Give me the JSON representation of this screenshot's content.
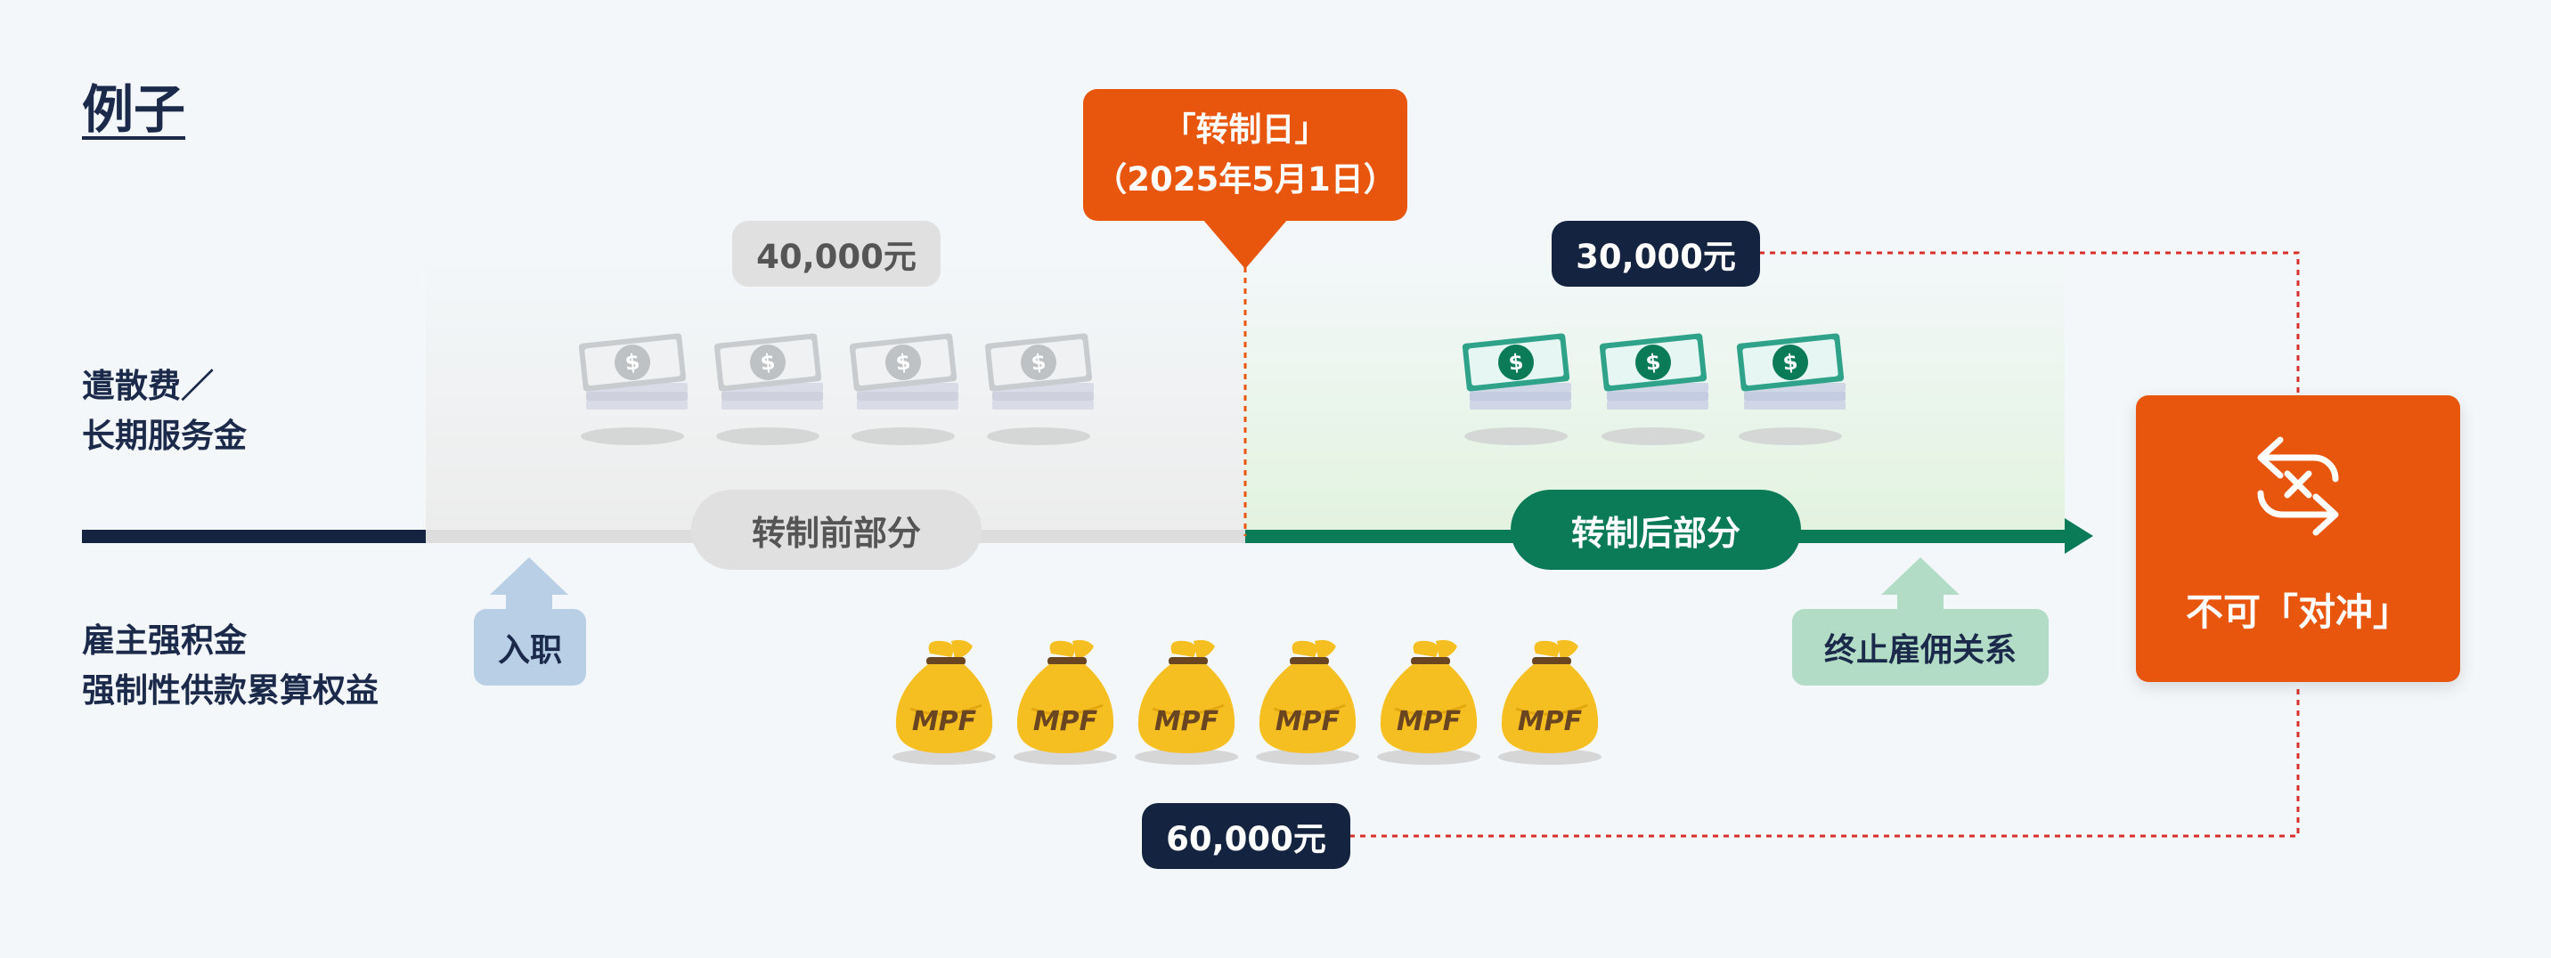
{
  "title": "例子",
  "rows": {
    "severance_line1": "遣散费／",
    "severance_line2": "长期服务金",
    "mpf_line1": "雇主强积金",
    "mpf_line2": "强制性供款累算权益"
  },
  "conversion_date": {
    "line1": "「转制日」",
    "line2": "（2025年5月1日）"
  },
  "amounts": {
    "pre": "40,000元",
    "post": "30,000元",
    "mpf": "60,000元"
  },
  "phases": {
    "pre": "转制前部分",
    "post": "转制后部分"
  },
  "events": {
    "join": "入职",
    "terminate": "终止雇佣关系"
  },
  "result": {
    "label": "不可「对冲」",
    "icon": "no-offset-icon"
  },
  "icons": {
    "pre_bills": "banknote-stack-icon",
    "post_bills": "banknote-stack-icon",
    "mpf_bags": "money-bag-icon",
    "mpf_bag_text": "MPF"
  },
  "counts": {
    "pre_bills": 4,
    "post_bills": 3,
    "mpf_bags": 6
  },
  "colors": {
    "navy": "#14233f",
    "orange": "#e8550d",
    "green": "#0a7a57",
    "grey_pill": "#e0e0e0",
    "mpf_gold": "#f5bf22",
    "dotted_red": "#d9302c"
  }
}
